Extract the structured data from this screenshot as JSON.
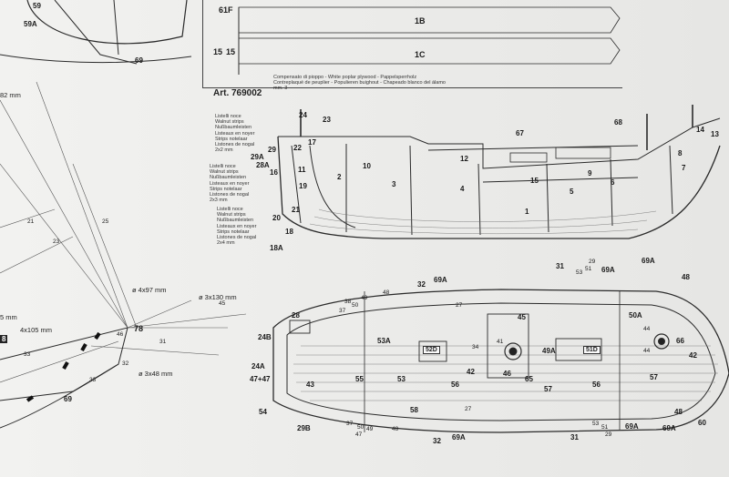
{
  "article": {
    "code": "Art. 769002",
    "desc": [
      "Compensato di pioppo - White poplar plywood - Pappelsperrholz",
      "Contreplaqué de peuplier - Populieren buighout - Chapeado blanco del álamo",
      "mm. 3"
    ],
    "parts": [
      "61F",
      "1B",
      "1C",
      "15",
      "15"
    ]
  },
  "notes": {
    "walnut_2x2": [
      "Listelli noce",
      "Walnut strips",
      "Nußbaumleisten",
      "Listeaux en noyer",
      "Strips notelaar",
      "Listones de nogal",
      "2x2 mm"
    ],
    "walnut_2x3": [
      "Listelli noce",
      "Walnut strips",
      "Nußbaumleisten",
      "Listeaux en noyer",
      "Strips notelaar",
      "Listones de nogal",
      "2x3 mm"
    ],
    "walnut_2x4": [
      "Listelli noce",
      "Walnut strips",
      "Nußbaumleisten",
      "Listeaux en noyer",
      "Strips notelaar",
      "Listones de nogal",
      "2x4 mm"
    ]
  },
  "dimensions": {
    "d1": "ø 4x97 mm",
    "d2": "ø 3x130 mm",
    "d3": "4x105 mm",
    "d4": "ø 3x48 mm",
    "d5": "5 mm",
    "d6": "82 mm"
  },
  "profile_labels": {
    "l24": "24",
    "l23": "23",
    "l29": "29",
    "l22": "22",
    "l17": "17",
    "l29A": "29A",
    "l28A": "28A",
    "l16": "16",
    "l11": "11",
    "l19": "19",
    "l2": "2",
    "l10": "10",
    "l3": "3",
    "l21": "21",
    "l20": "20",
    "l18": "18",
    "l18A": "18A",
    "l12": "12",
    "l4": "4",
    "l67": "67",
    "l15": "15",
    "l9": "9",
    "l5": "5",
    "l6": "6",
    "l1": "1",
    "l68": "68",
    "l7": "7",
    "l8": "8",
    "l14": "14",
    "l13": "13"
  },
  "deck_labels": {
    "l31a": "31",
    "l53a": "53",
    "l51a": "51",
    "l29a": "29",
    "l69Aa": "69A",
    "l32a": "32",
    "l69Ab": "69A",
    "l48a": "48",
    "l48b": "48",
    "l38": "38",
    "l37": "37",
    "l50": "50",
    "l49": "49",
    "l27a": "27",
    "l45": "45",
    "l28": "28",
    "l24B": "24B",
    "l53A": "53A",
    "l52D": "52D",
    "l34": "34",
    "l41a": "41",
    "l49A": "49A",
    "l51D": "51D",
    "l50A": "50A",
    "l44a": "44",
    "l44b": "44",
    "l66": "66",
    "l42a": "42",
    "l42b": "42",
    "l24A": "24A",
    "l4747": "47+47",
    "l43": "43",
    "l55": "55",
    "l53": "53",
    "l46": "46",
    "l65": "65",
    "l57a": "57",
    "l57b": "57",
    "l56a": "56",
    "l56b": "56",
    "l58": "58",
    "l54": "54",
    "l29B": "29B",
    "l37b": "37",
    "l50b": "50",
    "l47b": "47",
    "l49b": "49",
    "l48c": "48",
    "l32b": "32",
    "l69Ac": "69A",
    "l31b": "31",
    "l53b": "53",
    "l51b": "51",
    "l29b": "29",
    "l69Ad": "69A",
    "l48d": "48",
    "l60": "60",
    "l27b": "27"
  },
  "left_labels": {
    "l59": "59",
    "l59A": "59A",
    "l69a": "69",
    "l21": "21",
    "l25": "25",
    "l23": "23",
    "l45": "45",
    "l78": "78",
    "l46": "46",
    "l33a": "33",
    "l31": "31",
    "l32": "32",
    "l33b": "33",
    "l69b": "69",
    "l8": "8"
  },
  "colors": {
    "ink": "#2a2a2a",
    "paper": "#efefed"
  }
}
